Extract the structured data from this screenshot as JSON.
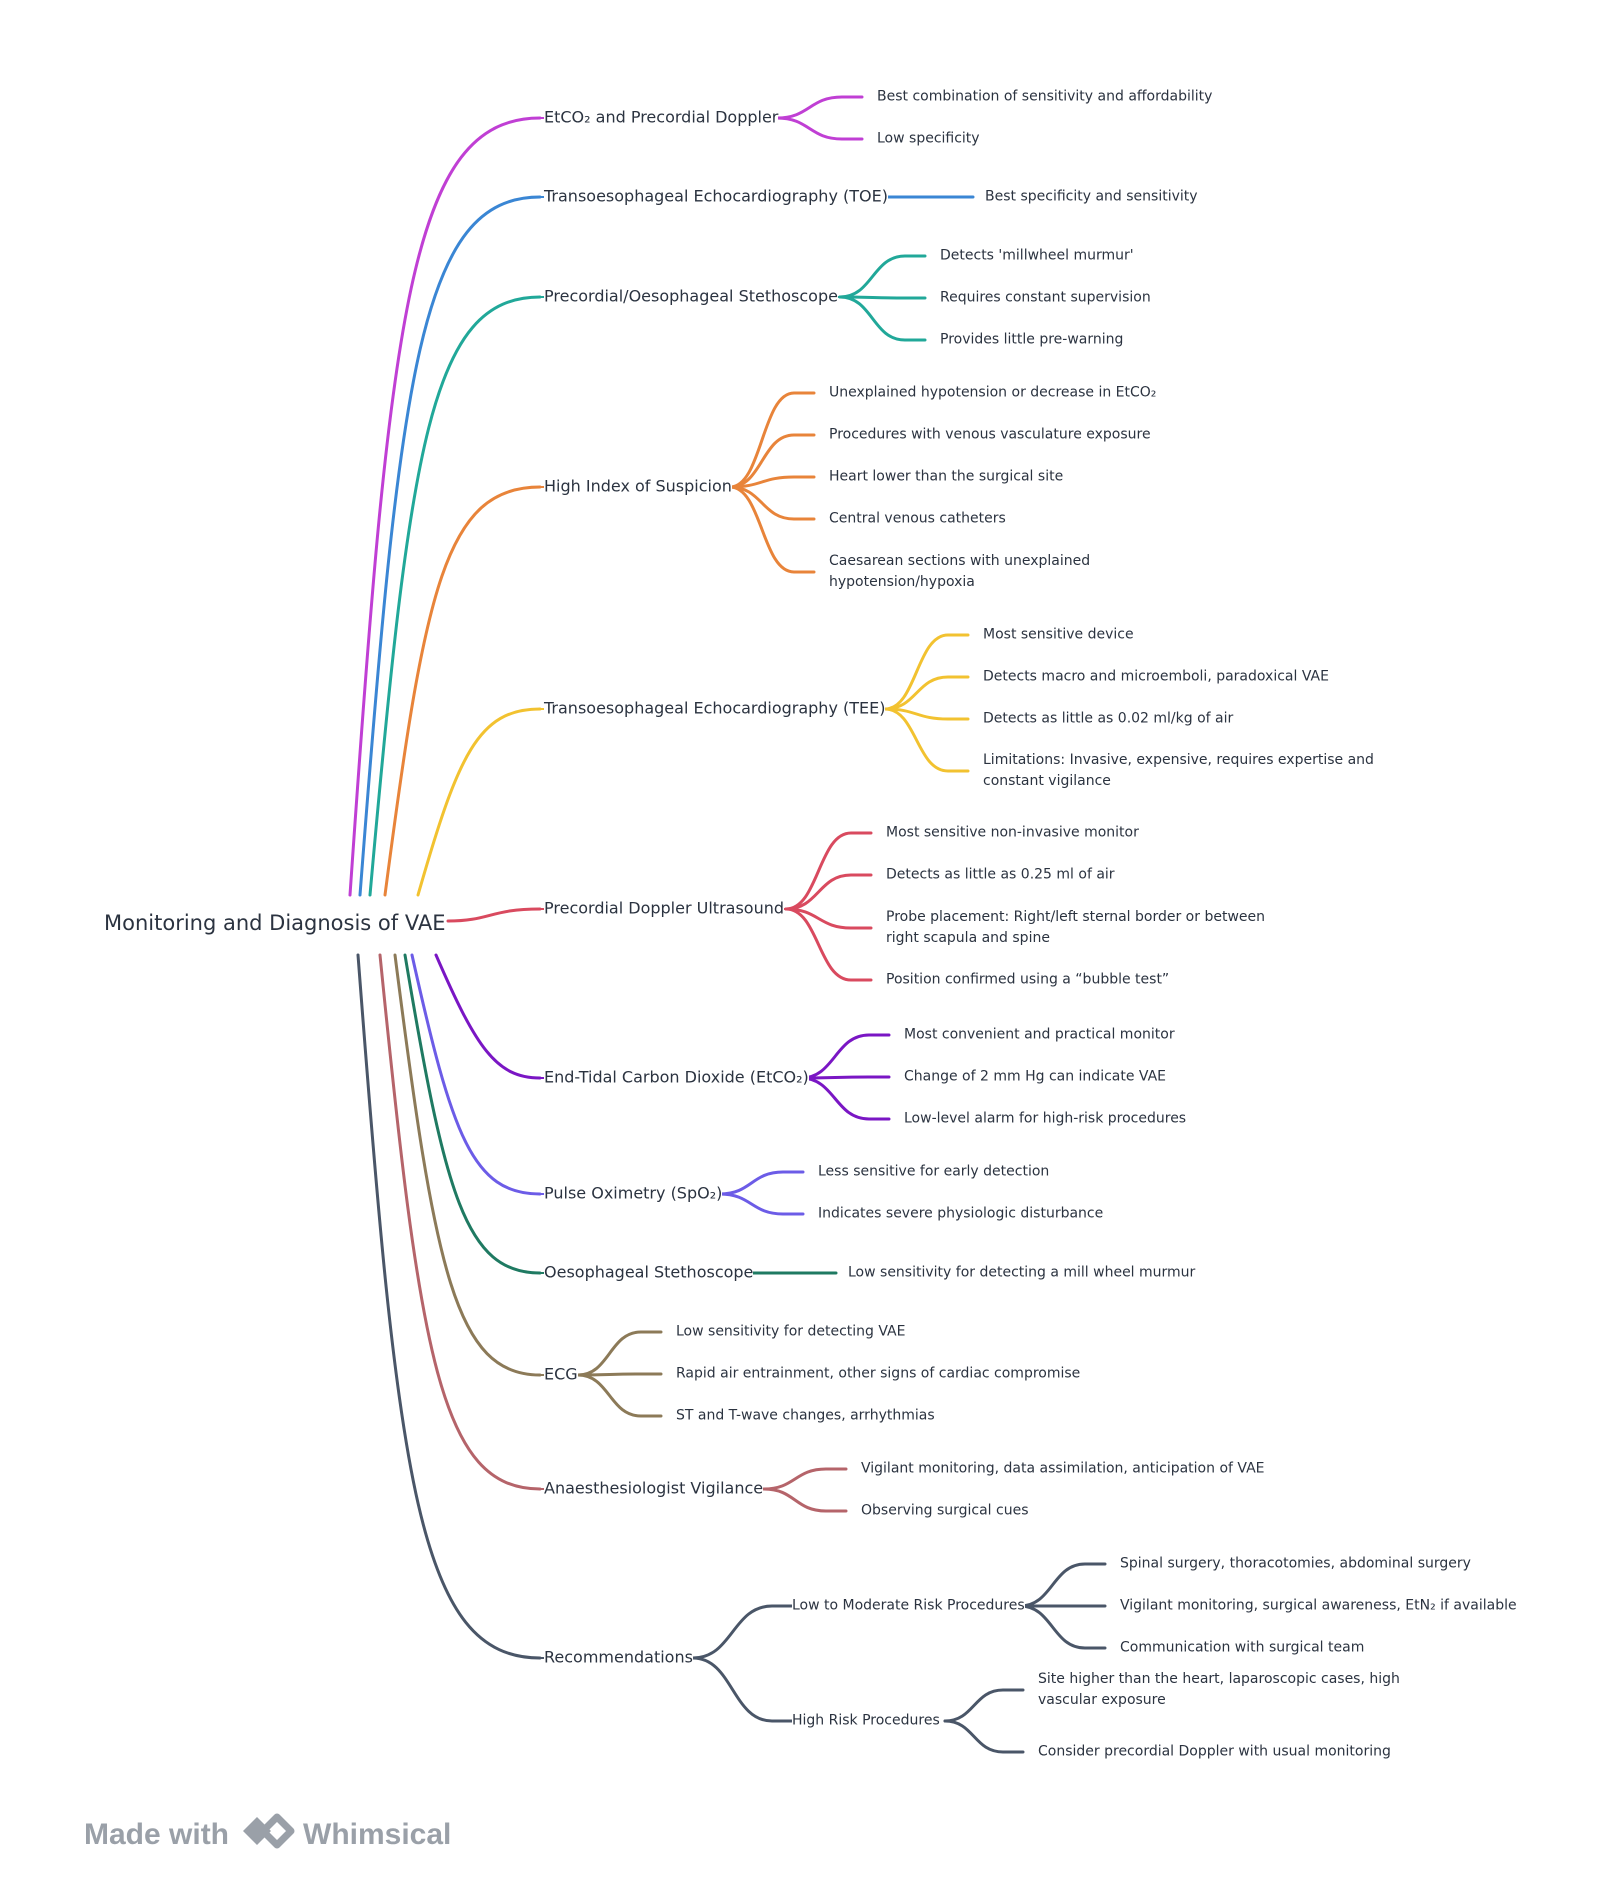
{
  "root": "Monitoring and Diagnosis of VAE",
  "footer": {
    "made_with": "Made with",
    "brand": "Whimsical"
  },
  "branches": [
    {
      "label": "EtCO₂ and Precordial Doppler",
      "color": "#c03fd4",
      "children": [
        {
          "label": "Best combination of sensitivity and affordability"
        },
        {
          "label": "Low specificity"
        }
      ]
    },
    {
      "label": "Transoesophageal Echocardiography (TOE)",
      "color": "#3a86d4",
      "children": [
        {
          "label": "Best specificity and sensitivity"
        }
      ]
    },
    {
      "label": "Precordial/Oesophageal Stethoscope",
      "color": "#21a899",
      "children": [
        {
          "label": "Detects 'millwheel murmur'"
        },
        {
          "label": "Requires constant supervision"
        },
        {
          "label": "Provides little pre-warning"
        }
      ]
    },
    {
      "label": "High Index of Suspicion",
      "color": "#e8843a",
      "children": [
        {
          "label": "Unexplained hypotension or decrease in EtCO₂"
        },
        {
          "label": "Procedures with venous vasculature exposure"
        },
        {
          "label": "Heart lower than the surgical site"
        },
        {
          "label": "Central venous catheters"
        },
        {
          "label": "Caesarean sections with unexplained hypotension/hypoxia"
        }
      ]
    },
    {
      "label": "Transoesophageal Echocardiography (TEE)",
      "color": "#f2c230",
      "children": [
        {
          "label": "Most sensitive device"
        },
        {
          "label": "Detects macro and microemboli, paradoxical VAE"
        },
        {
          "label": "Detects as little as 0.02 ml/kg of air"
        },
        {
          "label": "Limitations: Invasive, expensive, requires expertise and constant vigilance"
        }
      ]
    },
    {
      "label": "Precordial Doppler Ultrasound",
      "color": "#d94a5f",
      "children": [
        {
          "label": "Most sensitive non-invasive monitor"
        },
        {
          "label": "Detects as little as 0.25 ml of air"
        },
        {
          "label": "Probe placement: Right/left sternal border or between right scapula and spine"
        },
        {
          "label": "Position confirmed using a “bubble test”"
        }
      ]
    },
    {
      "label": "End-Tidal Carbon Dioxide (EtCO₂)",
      "color": "#7a16c4",
      "children": [
        {
          "label": "Most convenient and practical monitor"
        },
        {
          "label": "Change of 2 mm Hg can indicate VAE"
        },
        {
          "label": "Low-level alarm for high-risk procedures"
        }
      ]
    },
    {
      "label": "Pulse Oximetry (SpO₂)",
      "color": "#6c5ce7",
      "children": [
        {
          "label": "Less sensitive for early detection"
        },
        {
          "label": "Indicates severe physiologic disturbance"
        }
      ]
    },
    {
      "label": "Oesophageal Stethoscope",
      "color": "#1f7a62",
      "children": [
        {
          "label": "Low sensitivity for detecting a mill wheel murmur"
        }
      ]
    },
    {
      "label": "ECG",
      "color": "#8c7a58",
      "children": [
        {
          "label": "Low sensitivity for detecting VAE"
        },
        {
          "label": "Rapid air entrainment, other signs of cardiac compromise"
        },
        {
          "label": "ST and T-wave changes, arrhythmias"
        }
      ]
    },
    {
      "label": "Anaesthesiologist Vigilance",
      "color": "#b5646a",
      "children": [
        {
          "label": "Vigilant monitoring, data assimilation, anticipation of VAE"
        },
        {
          "label": "Observing surgical cues"
        }
      ]
    },
    {
      "label": "Recommendations",
      "color": "#4a5668",
      "children": [
        {
          "label": "Low to Moderate Risk Procedures",
          "children": [
            {
              "label": "Spinal surgery, thoracotomies, abdominal surgery"
            },
            {
              "label": "Vigilant monitoring, surgical awareness, EtN₂ if available"
            },
            {
              "label": "Communication with surgical team"
            }
          ]
        },
        {
          "label": "High Risk Procedures",
          "children": [
            {
              "label": "Site higher than the heart, laparoscopic cases, high vascular exposure"
            },
            {
              "label": "Consider precordial Doppler with usual monitoring"
            }
          ]
        }
      ]
    }
  ]
}
